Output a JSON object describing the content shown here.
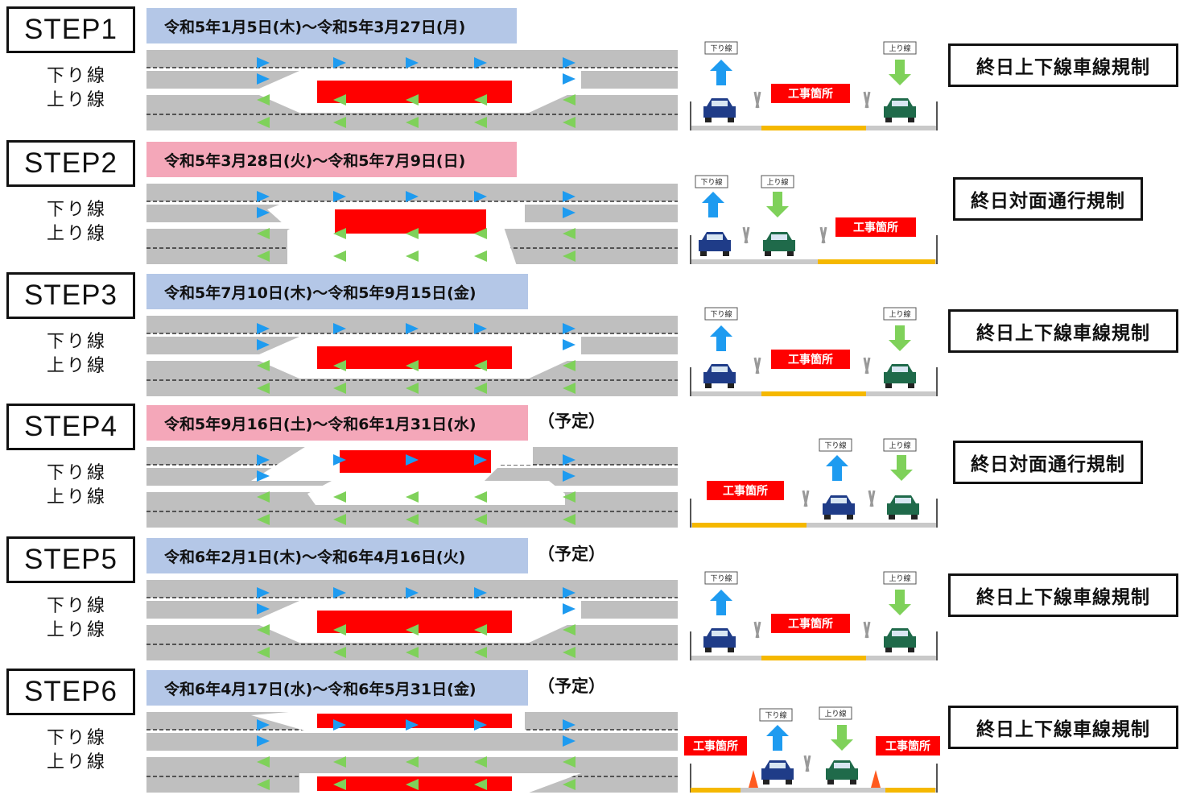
{
  "direction_labels": {
    "down": "下り線",
    "up": "上り線"
  },
  "sign_labels": {
    "down": "下り線",
    "up": "上り線"
  },
  "work_area_label": "工事箇所",
  "colors": {
    "blue_band": "#b4c7e7",
    "pink_band": "#f4a7b9",
    "road_gray": "#bfbfbf",
    "work_red": "#ff0000",
    "down_arrow": "#1e9bf0",
    "up_arrow": "#7fd15a",
    "work_strip": "#f5b800"
  },
  "steps": [
    {
      "label": "STEP1",
      "date": "令和5年1月5日(木)～令和5年3月27日(月)",
      "band": "blue",
      "planned": "",
      "regulation": "終日上下線車線規制",
      "pattern": "A"
    },
    {
      "label": "STEP2",
      "date": "令和5年3月28日(火)～令和5年7月9日(日)",
      "band": "pink",
      "planned": "",
      "regulation": "終日対面通行規制",
      "pattern": "B"
    },
    {
      "label": "STEP3",
      "date": "令和5年7月10日(木)～令和5年9月15日(金)",
      "band": "blue",
      "planned": "",
      "regulation": "終日上下線車線規制",
      "pattern": "A"
    },
    {
      "label": "STEP4",
      "date": "令和5年9月16日(土)～令和6年1月31日(水)",
      "band": "pink",
      "planned": "（予定）",
      "regulation": "終日対面通行規制",
      "pattern": "C"
    },
    {
      "label": "STEP5",
      "date": "令和6年2月1日(木)～令和6年4月16日(火)",
      "band": "blue",
      "planned": "（予定）",
      "regulation": "終日上下線車線規制",
      "pattern": "A"
    },
    {
      "label": "STEP6",
      "date": "令和6年4月17日(水)～令和6年5月31日(金)",
      "band": "blue",
      "planned": "（予定）",
      "regulation": "終日上下線車線規制",
      "pattern": "D"
    }
  ]
}
